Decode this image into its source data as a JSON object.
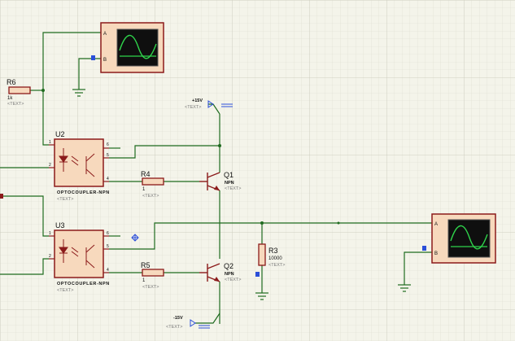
{
  "colors": {
    "background": "#f4f4ea",
    "grid": "#d9d9cc",
    "wire": "#1f6b1f",
    "component_outline": "#8b1a1a",
    "component_fill": "#f7d9bd",
    "scope_body": "#f7d9bd",
    "scope_screen": "#0f0f0f",
    "scope_trace": "#2fd44b",
    "pin_marker": "#2b4fd9",
    "label_text": "#101010",
    "placeholder_text": "#7a7a7a"
  },
  "placeholder_text": "<TEXT>",
  "oscilloscope_1": {
    "pin_a": "A",
    "pin_b": "B"
  },
  "oscilloscope_2": {
    "pin_a": "A",
    "pin_b": "B"
  },
  "r6": {
    "ref": "R6",
    "value": "1k"
  },
  "r4": {
    "ref": "R4",
    "value": "1"
  },
  "r5": {
    "ref": "R5",
    "value": "1"
  },
  "r3": {
    "ref": "R3",
    "value": "10000"
  },
  "u2": {
    "ref": "U2",
    "part": "OPTOCOUPLER-NPN",
    "pins": [
      "1",
      "2",
      "6",
      "5",
      "4"
    ]
  },
  "u3": {
    "ref": "U3",
    "part": "OPTOCOUPLER-NPN",
    "pins": [
      "1",
      "2",
      "6",
      "5",
      "4"
    ]
  },
  "q1": {
    "ref": "Q1",
    "type": "NPN"
  },
  "q2": {
    "ref": "Q2",
    "type": "NPN"
  },
  "power_pos": {
    "label": "+15V"
  },
  "power_neg": {
    "label": "-15V"
  }
}
